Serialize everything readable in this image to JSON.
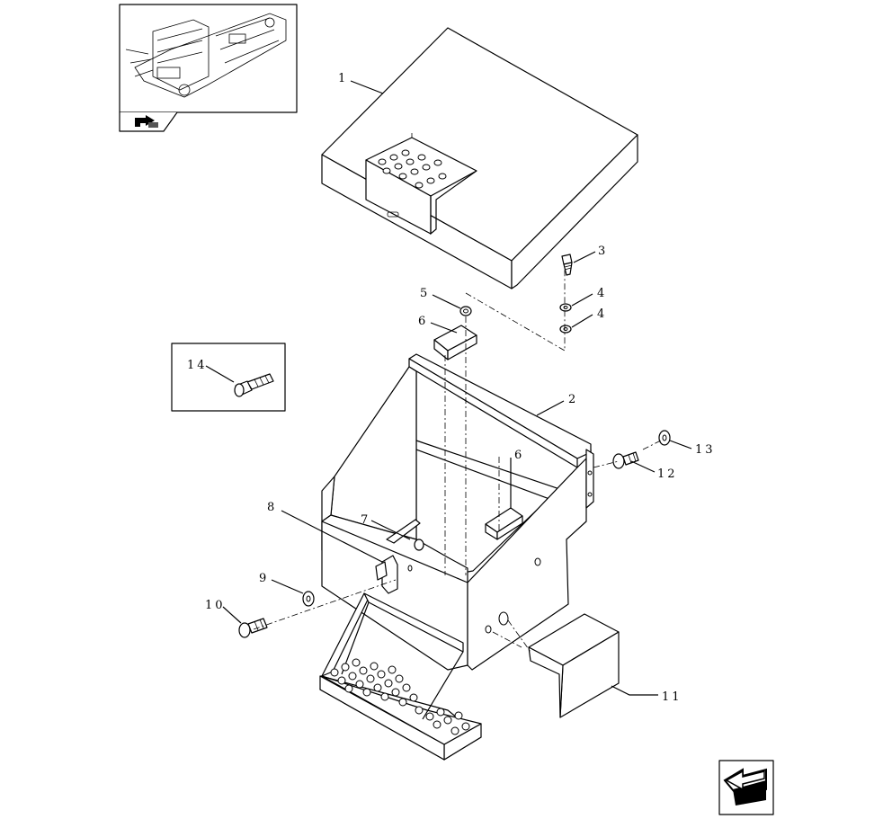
{
  "callouts": {
    "c1": "1",
    "c2": "2",
    "c3": "3",
    "c4a": "4",
    "c4b": "4",
    "c5": "5",
    "c6a": "6",
    "c6b": "6",
    "c7": "7",
    "c8": "8",
    "c9": "9",
    "c10": "10",
    "c11": "11",
    "c12": "12",
    "c13": "13",
    "c14": "14"
  },
  "icons": {
    "overview": "vehicle-overview-thumbnail",
    "location": "location-arrow-icon",
    "nav": "previous-page-arrow-icon"
  },
  "colors": {
    "line": "#000000",
    "background": "#ffffff"
  }
}
